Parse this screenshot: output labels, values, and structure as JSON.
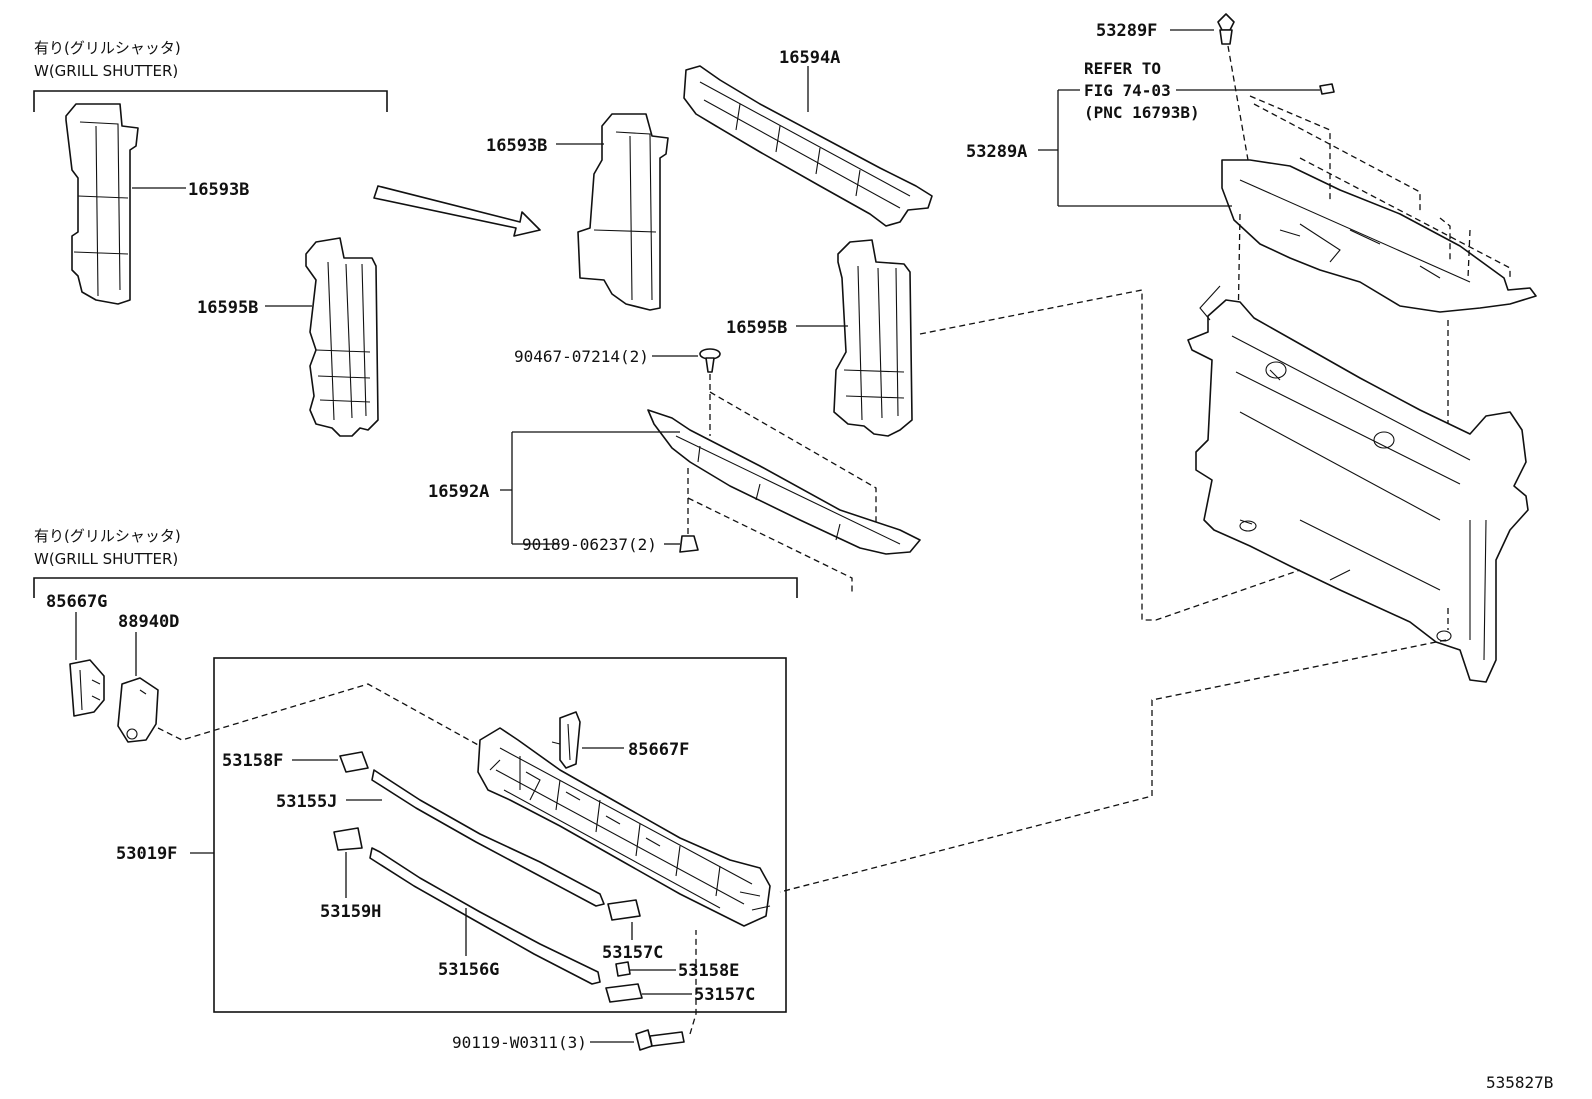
{
  "notes": {
    "top_jp": "有り(グリルシャッタ)",
    "top_en": "W(GRILL SHUTTER)",
    "bottom_jp": "有り(グリルシャッタ)",
    "bottom_en": "W(GRILL SHUTTER)"
  },
  "refer": {
    "line1": "REFER TO",
    "line2": "FIG 74-03",
    "line3": "(PNC 16793B)"
  },
  "parts": {
    "p16593B_left": "16593B",
    "p16595B_left": "16595B",
    "p16594A": "16594A",
    "p16593B_right": "16593B",
    "p16595B_right": "16595B",
    "p90467": "90467-07214(2)",
    "p16592A": "16592A",
    "p90189": "90189-06237(2)",
    "p53289F": "53289F",
    "p53289A": "53289A",
    "p85667G": "85667G",
    "p88940D": "88940D",
    "p53158F": "53158F",
    "p85667F": "85667F",
    "p53155J": "53155J",
    "p53019F": "53019F",
    "p53159H": "53159H",
    "p53157C_a": "53157C",
    "p53156G": "53156G",
    "p53158E": "53158E",
    "p53157C_b": "53157C",
    "p90119": "90119-W0311(3)"
  },
  "figure_id": "535827B"
}
